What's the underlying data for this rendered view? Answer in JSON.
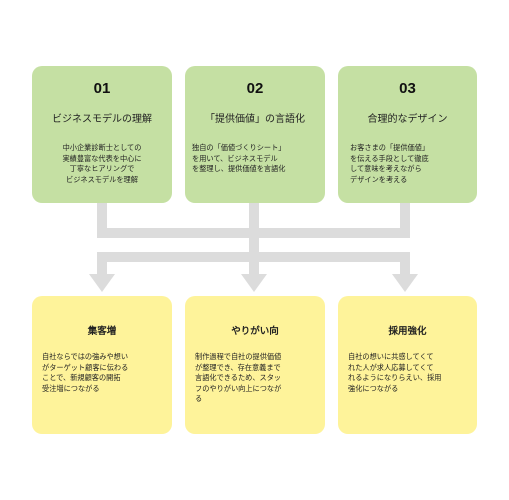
{
  "top_cards": [
    {
      "number": "01",
      "title": "ビジネスモデルの理解",
      "lines": [
        "中小企業診断士としての",
        "実績豊富な代表を中心に",
        "丁寧なヒアリングで",
        "ビジネスモデルを理解"
      ]
    },
    {
      "number": "02",
      "title": "「提供価値」の言語化",
      "lines": [
        "独自の「価値づくりシート」",
        "を用いて、ビジネスモデル",
        "を整理し、提供価値を言語化"
      ]
    },
    {
      "number": "03",
      "title": "合理的なデザイン",
      "lines": [
        "お客さまの「提供価値」",
        "を伝える手段として徹底",
        "して意味を考えながら",
        "デザインを考える"
      ]
    }
  ],
  "bottom_cards": [
    {
      "title": "集客増",
      "lines": [
        "自社ならではの強みや想い",
        "がターゲット顧客に伝わる",
        "ことで、新規顧客の開拓",
        "受注増につながる"
      ]
    },
    {
      "title": "やりがい向",
      "lines": [
        "制作過程で自社の提供価値",
        "が整理でき、存在意義まで",
        "言語化できるため、スタッ",
        "フのやりがい向上につなが",
        "る"
      ]
    },
    {
      "title": "採用強化",
      "lines": [
        "自社の想いに共感してくて",
        "れた人が求人応募してくて",
        "れるようになりらえい、採用",
        "強化につながる"
      ]
    }
  ],
  "colors": {
    "top_card": "#c5e0a3",
    "bottom_card": "#fef39a",
    "connector": "#dcdcdc"
  }
}
